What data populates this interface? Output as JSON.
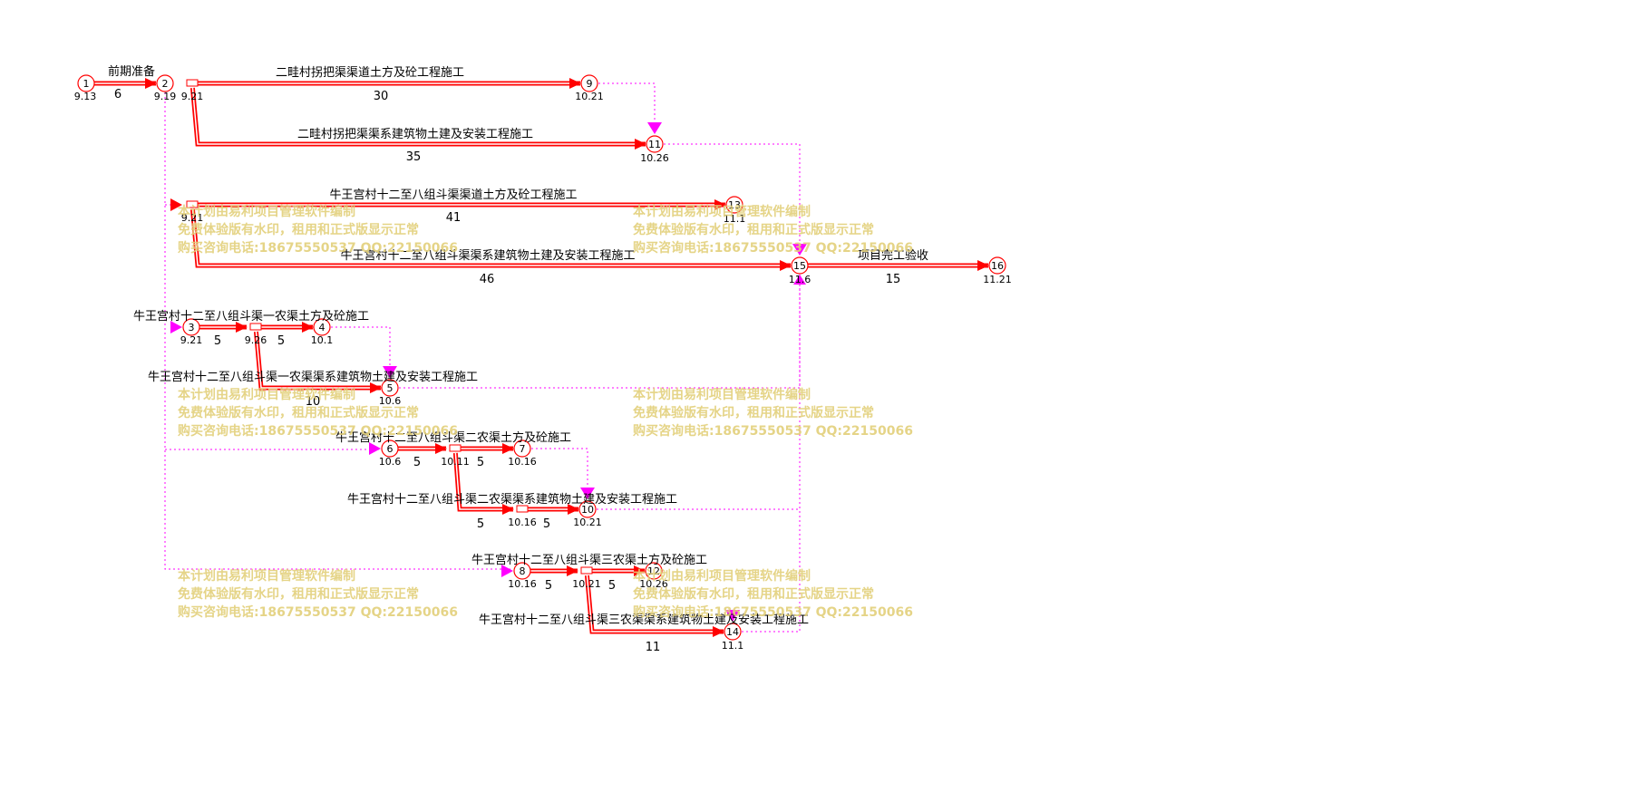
{
  "diagram": {
    "type": "double-code-network-schedule",
    "colors": {
      "critical": "#ff0000",
      "dependency": "#ff00ff",
      "node_fill": "#ffffff",
      "watermark": "#e2cf7a"
    },
    "nodes": [
      {
        "id": "1",
        "label": "1",
        "date": "9.13"
      },
      {
        "id": "2",
        "label": "2",
        "date": "9.19"
      },
      {
        "id": "2b",
        "label": "",
        "date": "9.21"
      },
      {
        "id": "2c",
        "label": "",
        "date": "9.21"
      },
      {
        "id": "9",
        "label": "9",
        "date": "10.21"
      },
      {
        "id": "11",
        "label": "11",
        "date": "10.26"
      },
      {
        "id": "13",
        "label": "13",
        "date": "11.1"
      },
      {
        "id": "15",
        "label": "15",
        "date": "11.6"
      },
      {
        "id": "16",
        "label": "16",
        "date": "11.21"
      },
      {
        "id": "3",
        "label": "3",
        "date": "9.21"
      },
      {
        "id": "3b",
        "label": "",
        "date": "9.26"
      },
      {
        "id": "4",
        "label": "4",
        "date": "10.1"
      },
      {
        "id": "5",
        "label": "5",
        "date": "10.6"
      },
      {
        "id": "6",
        "label": "6",
        "date": "10.6"
      },
      {
        "id": "6b",
        "label": "",
        "date": "10.11"
      },
      {
        "id": "7",
        "label": "7",
        "date": "10.16"
      },
      {
        "id": "10b",
        "label": "",
        "date": "10.16"
      },
      {
        "id": "10",
        "label": "10",
        "date": "10.21"
      },
      {
        "id": "8",
        "label": "8",
        "date": "10.16"
      },
      {
        "id": "8b",
        "label": "",
        "date": "10.21"
      },
      {
        "id": "12",
        "label": "12",
        "date": "10.26"
      },
      {
        "id": "14",
        "label": "14",
        "date": "11.1"
      }
    ],
    "activities": [
      {
        "from": "1",
        "to": "2",
        "name": "前期准备",
        "duration": "6"
      },
      {
        "from": "2b",
        "to": "9",
        "name": "二畦村拐把渠渠道土方及砼工程施工",
        "duration": "30"
      },
      {
        "from": "2b",
        "to": "11",
        "name": "二畦村拐把渠渠系建筑物土建及安装工程施工",
        "duration": "35"
      },
      {
        "from": "2c",
        "to": "13",
        "name": "牛王宫村十二至八组斗渠渠道土方及砼工程施工",
        "duration": "41"
      },
      {
        "from": "2c",
        "to": "15",
        "name": "牛王宫村十二至八组斗渠渠系建筑物土建及安装工程施工",
        "duration": "46"
      },
      {
        "from": "15",
        "to": "16",
        "name": "项目完工验收",
        "duration": "15"
      },
      {
        "from": "3",
        "to": "3b",
        "name": "牛王宫村十二至八组斗渠一农渠土方及砼施工",
        "duration": "5"
      },
      {
        "from": "3b",
        "to": "4",
        "name": "",
        "duration": "5"
      },
      {
        "from": "3b",
        "to": "5",
        "name": "牛王宫村十二至八组斗渠一农渠渠系建筑物土建及安装工程施工",
        "duration": "10"
      },
      {
        "from": "6",
        "to": "6b",
        "name": "牛王宫村十二至八组斗渠二农渠土方及砼施工",
        "duration": "5"
      },
      {
        "from": "6b",
        "to": "7",
        "name": "",
        "duration": "5"
      },
      {
        "from": "6b",
        "to": "10b",
        "name": "牛王宫村十二至八组斗渠二农渠渠系建筑物土建及安装工程施工",
        "duration": "5"
      },
      {
        "from": "10b",
        "to": "10",
        "name": "",
        "duration": "5"
      },
      {
        "from": "8",
        "to": "8b",
        "name": "牛王宫村十二至八组斗渠三农渠土方及砼施工",
        "duration": "5"
      },
      {
        "from": "8b",
        "to": "12",
        "name": "",
        "duration": "5"
      },
      {
        "from": "8b",
        "to": "14",
        "name": "牛王宫村十二至八组斗渠三农渠渠系建筑物土建及安装工程施工",
        "duration": "11"
      }
    ],
    "watermark": {
      "lines": [
        "本计划由易利项目管理软件编制",
        "免费体验版有水印，租用和正式版显示正常",
        "购买咨询电话:18675550537 QQ:22150066"
      ]
    }
  }
}
